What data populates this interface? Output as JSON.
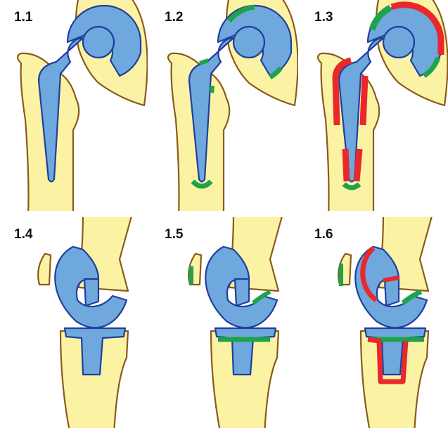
{
  "colors": {
    "bone": "#fbf3a3",
    "bone_outline": "#8a5a1e",
    "implant": "#6fa8dc",
    "implant_outline": "#1f3f9e",
    "integration": "#1fa34a",
    "loosening": "#e8282b",
    "background": "#ffffff"
  },
  "panels": [
    {
      "id": "p11",
      "label": "1.1",
      "joint": "hip",
      "stage": 0
    },
    {
      "id": "p12",
      "label": "1.2",
      "joint": "hip",
      "stage": 1
    },
    {
      "id": "p13",
      "label": "1.3",
      "joint": "hip",
      "stage": 2
    },
    {
      "id": "p14",
      "label": "1.4",
      "joint": "knee",
      "stage": 0
    },
    {
      "id": "p15",
      "label": "1.5",
      "joint": "knee",
      "stage": 1
    },
    {
      "id": "p16",
      "label": "1.6",
      "joint": "knee",
      "stage": 2
    }
  ]
}
